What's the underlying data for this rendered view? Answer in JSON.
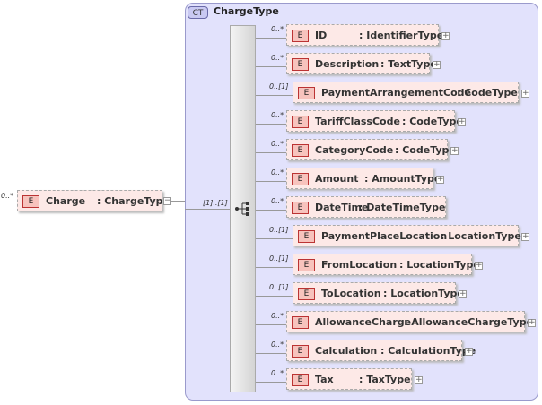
{
  "complex_type": {
    "tag": "CT",
    "name": "ChargeType"
  },
  "root": {
    "tag": "E",
    "name": "Charge",
    "type": ": ChargeType",
    "cardinality": "0..*",
    "expand": "−"
  },
  "sequence": {
    "cardinality": "[1]..[1]"
  },
  "elements": [
    {
      "tag": "E",
      "name": "ID",
      "type": ": IdentifierType",
      "cardinality": "0..*",
      "expand": "+"
    },
    {
      "tag": "E",
      "name": "Description",
      "type": ": TextType",
      "cardinality": "0..*",
      "expand": "+"
    },
    {
      "tag": "E",
      "name": "PaymentArrangementCode",
      "type": ": CodeType",
      "cardinality": "0..[1]",
      "expand": "+"
    },
    {
      "tag": "E",
      "name": "TariffClassCode",
      "type": ": CodeType",
      "cardinality": "0..*",
      "expand": "+"
    },
    {
      "tag": "E",
      "name": "CategoryCode",
      "type": ": CodeType",
      "cardinality": "0..*",
      "expand": "+"
    },
    {
      "tag": "E",
      "name": "Amount",
      "type": ": AmountType",
      "cardinality": "0..*",
      "expand": "+"
    },
    {
      "tag": "E",
      "name": "DateTime",
      "type": ": DateTimeType",
      "cardinality": "0..*",
      "expand": ""
    },
    {
      "tag": "E",
      "name": "PaymentPlaceLocation",
      "type": ": LocationType",
      "cardinality": "0..[1]",
      "expand": "+"
    },
    {
      "tag": "E",
      "name": "FromLocation",
      "type": ": LocationType",
      "cardinality": "0..[1]",
      "expand": "+"
    },
    {
      "tag": "E",
      "name": "ToLocation",
      "type": ": LocationType",
      "cardinality": "0..[1]",
      "expand": "+"
    },
    {
      "tag": "E",
      "name": "AllowanceCharge",
      "type": ": AllowanceChargeType",
      "cardinality": "0..*",
      "expand": "+"
    },
    {
      "tag": "E",
      "name": "Calculation",
      "type": ": CalculationType",
      "cardinality": "0..*",
      "expand": "+"
    },
    {
      "tag": "E",
      "name": "Tax",
      "type": ": TaxType",
      "cardinality": "0..*",
      "expand": "+"
    }
  ]
}
